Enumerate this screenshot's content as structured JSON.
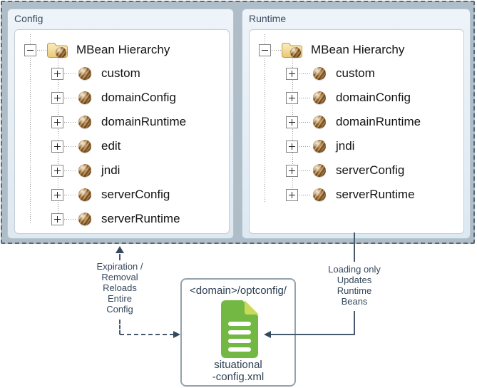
{
  "diagram": {
    "panels": [
      {
        "label": "Config",
        "root_label": "MBean Hierarchy",
        "children": [
          "custom",
          "domainConfig",
          "domainRuntime",
          "edit",
          "jndi",
          "serverConfig",
          "serverRuntime"
        ]
      },
      {
        "label": "Runtime",
        "root_label": "MBean Hierarchy",
        "children": [
          "custom",
          "domainConfig",
          "domainRuntime",
          "jndi",
          "serverConfig",
          "serverRuntime"
        ]
      }
    ],
    "annotations": {
      "left": "Expiration /\nRemoval\nReloads\nEntire\nConfig",
      "right": "Loading only\nUpdates\nRuntime\nBeans"
    },
    "file_box": {
      "title": "<domain>/optconfig/",
      "file_name": "situational\n-config.xml"
    },
    "icons": {
      "root": "folder-mbean-icon",
      "node": "mbean-icon",
      "file": "xml-document-icon"
    },
    "colors": {
      "container_bg": "#aebdc7",
      "panel_bg": "#e8eff5",
      "line": "#35485c",
      "doc_green": "#72b843",
      "doc_fold": "#cbd95b"
    }
  }
}
